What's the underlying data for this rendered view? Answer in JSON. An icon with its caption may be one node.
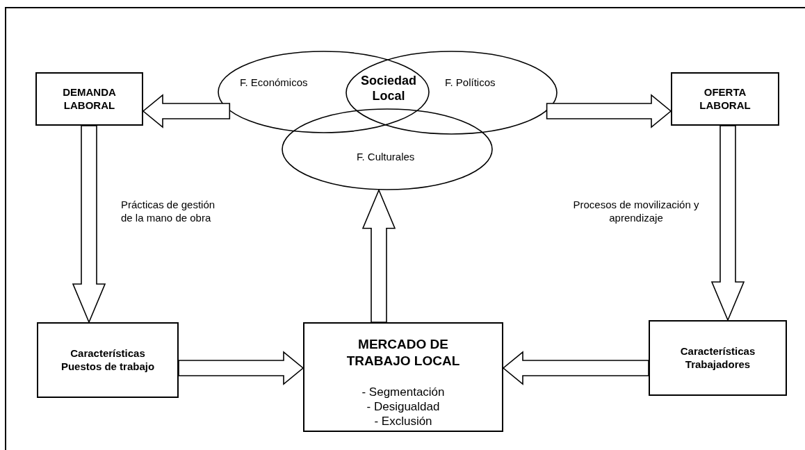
{
  "diagram": {
    "nodes": [
      {
        "text": [
          "DEMANDA LABORAL"
        ]
      },
      {
        "text": [
          "F. Económicos"
        ]
      },
      {
        "text": [
          "F. Políticos"
        ]
      },
      {
        "text": [
          "F. Culturales"
        ]
      },
      {
        "text": [
          "Sociedad Local"
        ]
      },
      {
        "text": [
          "OFERTA LABORAL"
        ]
      },
      {
        "text": [
          "Características Puestos de trabajo"
        ]
      },
      {
        "text": [
          "MERCADO DE TRABAJO LOCAL",
          "- Segmentación",
          "- Desigualdad",
          "- Exclusión"
        ]
      },
      {
        "text": [
          "Características Trabajadores"
        ]
      }
    ],
    "edges": [
      {
        "from": 1,
        "to": 0,
        "arrow": "to"
      },
      {
        "from": 2,
        "to": 5,
        "arrow": "to"
      },
      {
        "from": 0,
        "to": 6,
        "arrow": "to",
        "label": "Prácticas de gestión de la mano de obra"
      },
      {
        "from": 5,
        "to": 8,
        "arrow": "to",
        "label": "Procesos de movilización y aprendizaje"
      },
      {
        "from": 6,
        "to": 7,
        "arrow": "to"
      },
      {
        "from": 8,
        "to": 7,
        "arrow": "to"
      },
      {
        "from": 7,
        "to": 3,
        "arrow": "to"
      }
    ]
  }
}
